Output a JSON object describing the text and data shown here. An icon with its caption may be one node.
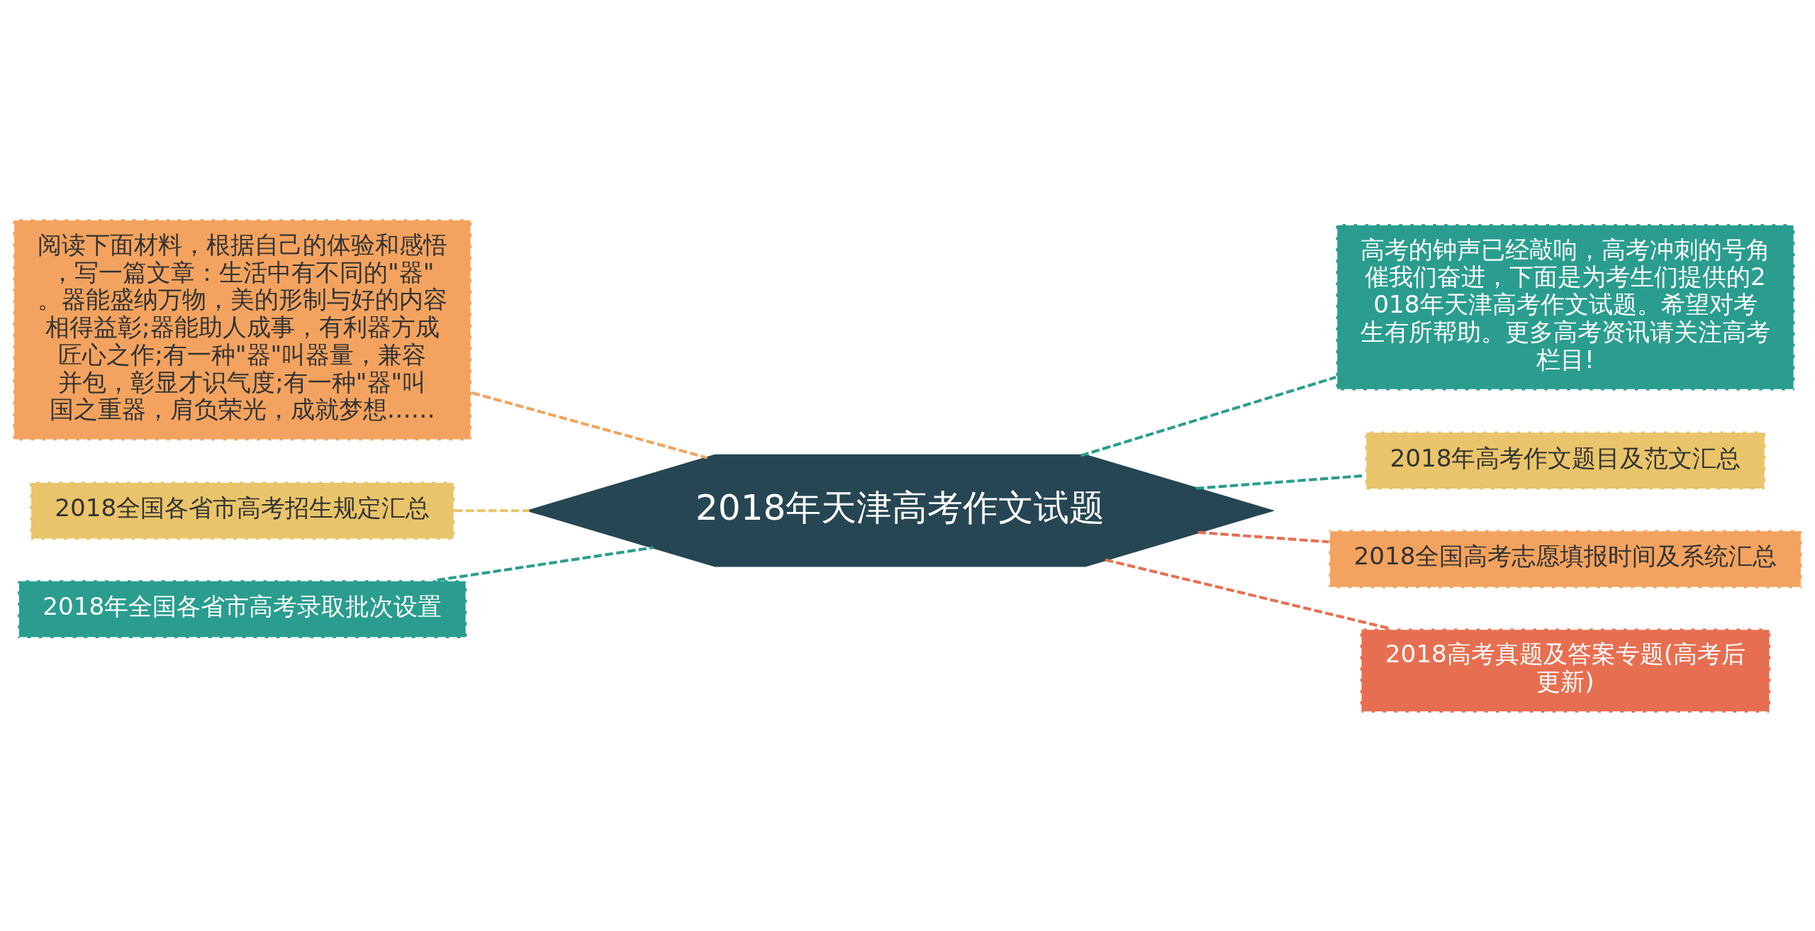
{
  "diagram": {
    "nodes": [
      {
        "text": [
          "2018年天津高考作文试题"
        ]
      },
      {
        "text": [
          "阅读下面材料，根据自己的体验和感悟，写一篇文章：生活中有不同的\"器\"。器能盛纳万物，美的形制与好的内容相得益彰;器能助人成事，有利器方成匠心之作;有一种\"器\"叫器量，兼容并包，彰显才识气度;有一种\"器\"叫国之重器，肩负荣光，成就梦想……"
        ]
      },
      {
        "text": [
          "2018全国各省市高考招生规定汇总"
        ]
      },
      {
        "text": [
          "2018年全国各省市高考录取批次设置"
        ]
      },
      {
        "text": [
          "高考的钟声已经敲响，高考冲刺的号角催我们奋进，下面是为考生们提供的2018年天津高考作文试题。希望对考生有所帮助。更多高考资讯请关注高考栏目!"
        ]
      },
      {
        "text": [
          "2018年高考作文题目及范文汇总"
        ]
      },
      {
        "text": [
          "2018全国高考志愿填报时间及系统汇总"
        ]
      },
      {
        "text": [
          "2018高考真题及答案专题(高考后更新)"
        ]
      }
    ],
    "edges": [
      {
        "from": 0,
        "to": 1,
        "arrow": "none",
        "style": "dashed",
        "color": "#f3a35f"
      },
      {
        "from": 0,
        "to": 2,
        "arrow": "none",
        "style": "dashed",
        "color": "#e9c46a"
      },
      {
        "from": 0,
        "to": 3,
        "arrow": "none",
        "style": "dashed",
        "color": "#2a9d8f"
      },
      {
        "from": 0,
        "to": 4,
        "arrow": "none",
        "style": "dashed",
        "color": "#2a9d8f"
      },
      {
        "from": 0,
        "to": 5,
        "arrow": "none",
        "style": "dashed",
        "color": "#2a9d8f"
      },
      {
        "from": 0,
        "to": 6,
        "arrow": "none",
        "style": "dashed",
        "color": "#e76f51"
      },
      {
        "from": 0,
        "to": 7,
        "arrow": "none",
        "style": "dashed",
        "color": "#e76f51"
      }
    ]
  }
}
